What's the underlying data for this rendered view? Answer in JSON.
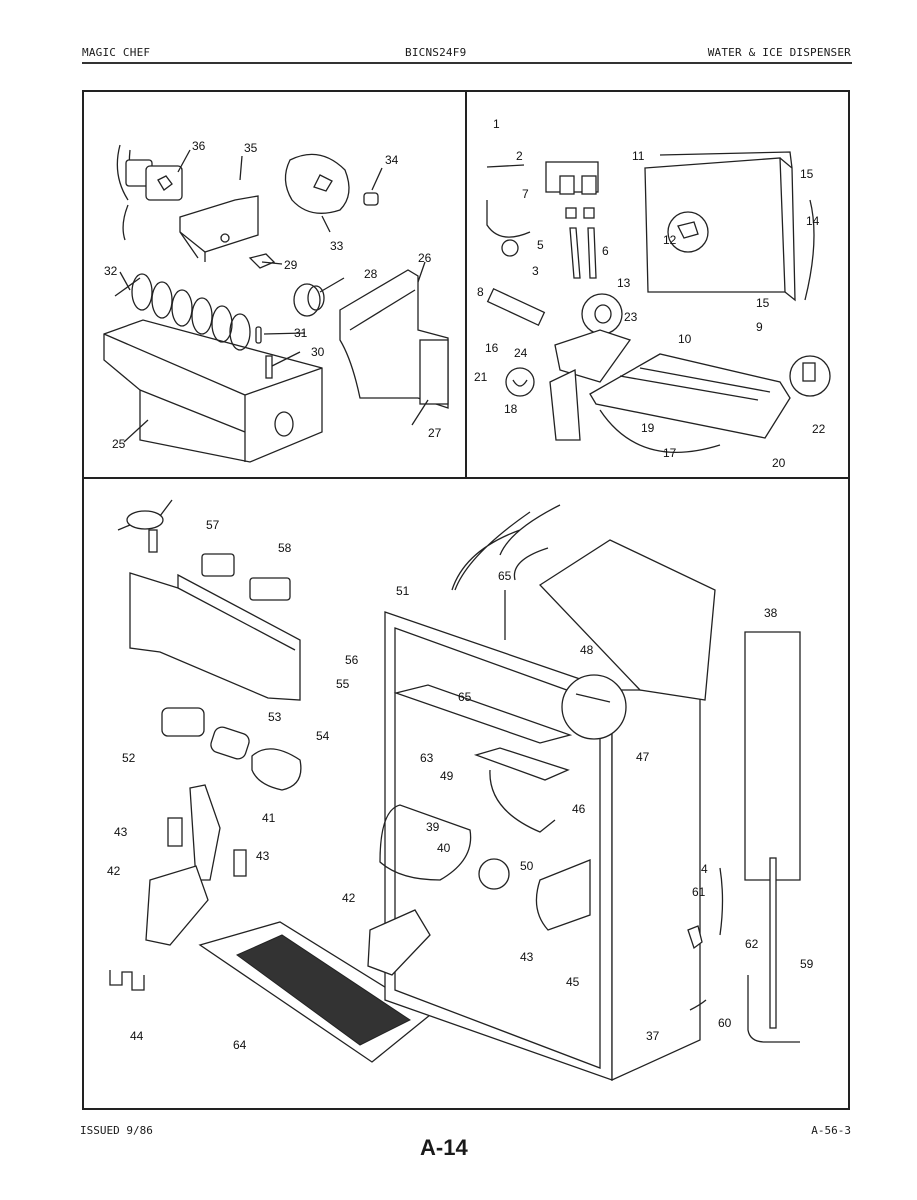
{
  "header": {
    "brand": "MAGIC CHEF",
    "model": "BICNS24F9",
    "section": "WATER & ICE DISPENSER"
  },
  "footer": {
    "issued": "ISSUED 9/86",
    "page": "A-14",
    "ref": "A-56-3"
  },
  "panels": {
    "top_left": {
      "title": "Ice bucket / auger assembly",
      "callouts": [
        "25",
        "26",
        "27",
        "28",
        "29",
        "30",
        "31",
        "32",
        "33",
        "34",
        "35",
        "36"
      ]
    },
    "top_right": {
      "title": "Ice maker / water valve assembly",
      "callouts": [
        "1",
        "2",
        "3",
        "5",
        "6",
        "7",
        "8",
        "9",
        "10",
        "11",
        "12",
        "13",
        "14",
        "15",
        "15",
        "16",
        "17",
        "18",
        "19",
        "20",
        "21",
        "22",
        "23",
        "24"
      ]
    },
    "bottom": {
      "title": "Dispenser housing assembly",
      "callouts": [
        "4",
        "37",
        "38",
        "39",
        "40",
        "41",
        "42",
        "42",
        "43",
        "43",
        "43",
        "44",
        "45",
        "46",
        "47",
        "48",
        "49",
        "50",
        "51",
        "52",
        "53",
        "54",
        "55",
        "56",
        "57",
        "58",
        "59",
        "60",
        "61",
        "62",
        "63",
        "64",
        "65",
        "65"
      ]
    }
  }
}
